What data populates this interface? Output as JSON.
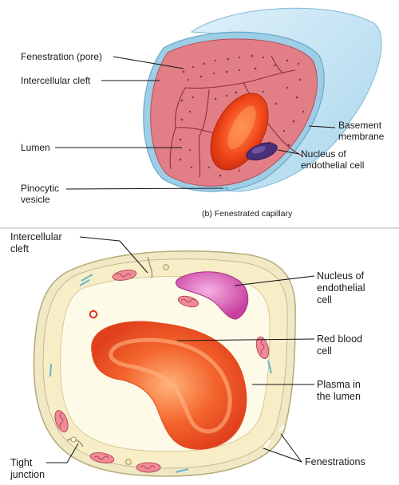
{
  "panel_b": {
    "labels": {
      "fenestration": "Fenestration (pore)",
      "intercellular_cleft": "Intercellular cleft",
      "lumen": "Lumen",
      "pinocytic_vesicle": "Pinocytic\nvesicle",
      "basement_membrane": "Basement\nmembrane",
      "nucleus": "Nucleus of\nendothelial cell"
    },
    "caption": "(b) Fenestrated capillary"
  },
  "cross_section": {
    "labels": {
      "intercellular_cleft": "Intercellular\ncleft",
      "nucleus": "Nucleus of\nendothelial\ncell",
      "red_blood_cell": "Red blood\ncell",
      "plasma": "Plasma in\nthe lumen",
      "tight_junction": "Tight\njunction",
      "fenestrations": "Fenestrations"
    }
  },
  "colors": {
    "endothelium": "#d9707c",
    "basement": "#bfe0f0",
    "rbc": "#f04a1e",
    "nucleus": "#d862b8",
    "plasma": "#fbf6dc"
  }
}
